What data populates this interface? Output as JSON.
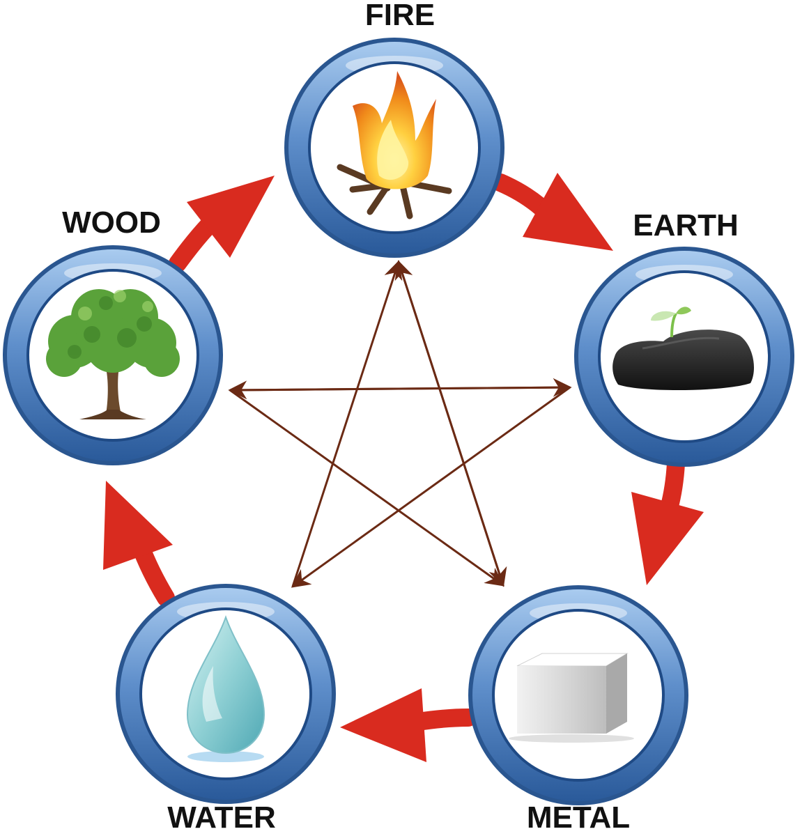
{
  "elements": {
    "fire": {
      "label": "FIRE"
    },
    "earth": {
      "label": "EARTH"
    },
    "metal": {
      "label": "METAL"
    },
    "water": {
      "label": "WATER"
    },
    "wood": {
      "label": "WOOD"
    }
  },
  "colors": {
    "ring_outer": "#2f5f9f",
    "ring_mid": "#6f9fd4",
    "ring_inner": "#1f4a85",
    "cycle_arrow": "#d92b1f",
    "star_arrow": "#6b2a14"
  }
}
